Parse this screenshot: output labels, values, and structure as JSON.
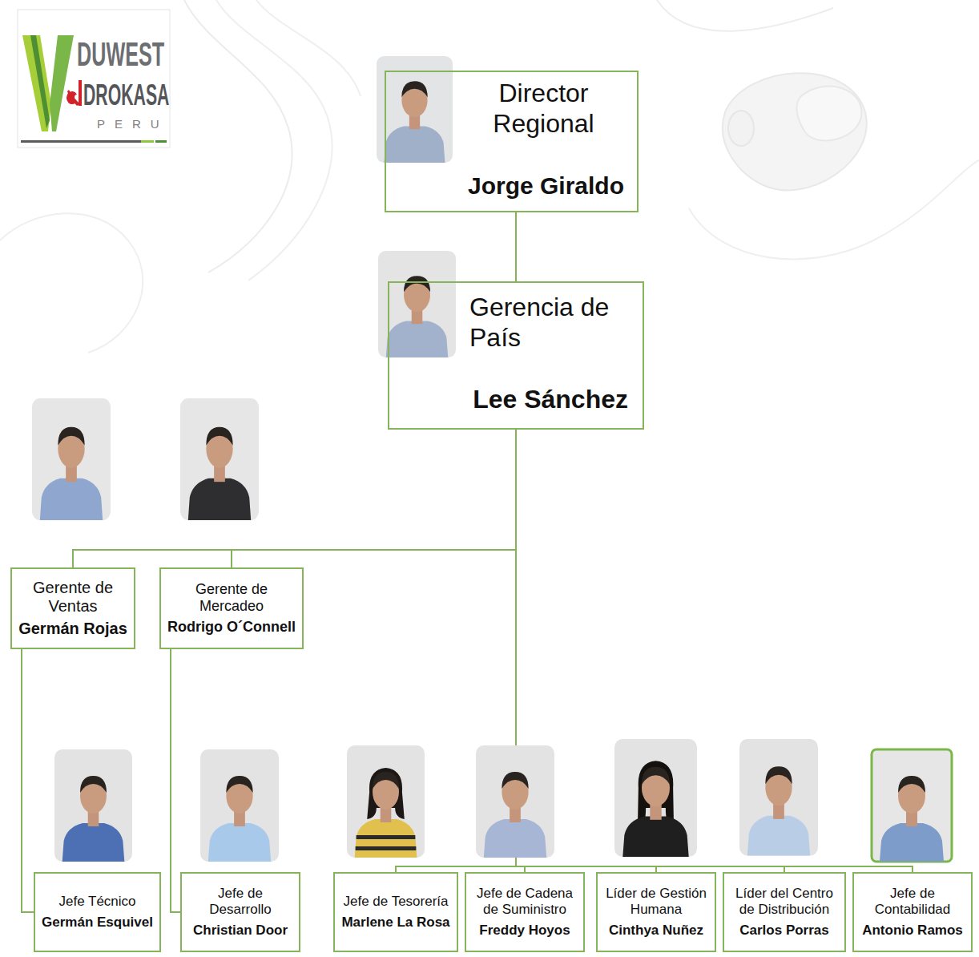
{
  "diagram": {
    "nodes": [
      {
        "text": [
          "Director Regional",
          "Jorge Giraldo"
        ]
      },
      {
        "text": [
          "Gerencia de País",
          "Lee Sánchez"
        ]
      },
      {
        "text": [
          "Gerente de Ventas",
          "Germán Rojas"
        ]
      },
      {
        "text": [
          "Gerente de Mercadeo",
          "Rodrigo O´Connell"
        ]
      },
      {
        "text": [
          "Jefe Técnico",
          "Germán Esquivel"
        ]
      },
      {
        "text": [
          "Jefe de Desarrollo",
          "Christian Door"
        ]
      },
      {
        "text": [
          "Jefe de Tesorería",
          "Marlene La Rosa"
        ]
      },
      {
        "text": [
          "Jefe de Cadena de Suministro",
          "Freddy Hoyos"
        ]
      },
      {
        "text": [
          "Líder de Gestión Humana",
          "Cinthya Nuñez"
        ]
      },
      {
        "text": [
          "Líder del Centro de Distribución",
          "Carlos Porras"
        ]
      },
      {
        "text": [
          "Jefe de Contabilidad",
          "Antonio Ramos"
        ]
      }
    ],
    "edges": [
      {
        "from": 0,
        "to": 1,
        "arrow": "none"
      },
      {
        "from": 1,
        "to": 2,
        "arrow": "none"
      },
      {
        "from": 1,
        "to": 3,
        "arrow": "none"
      },
      {
        "from": 2,
        "to": 4,
        "arrow": "none"
      },
      {
        "from": 3,
        "to": 5,
        "arrow": "none"
      },
      {
        "from": 1,
        "to": 6,
        "arrow": "none"
      },
      {
        "from": 1,
        "to": 7,
        "arrow": "none"
      },
      {
        "from": 1,
        "to": 8,
        "arrow": "none"
      },
      {
        "from": 1,
        "to": 9,
        "arrow": "none"
      },
      {
        "from": 1,
        "to": 10,
        "arrow": "none"
      }
    ],
    "labels": [
      "DUWEST",
      "DROKASA",
      "PERU"
    ]
  }
}
